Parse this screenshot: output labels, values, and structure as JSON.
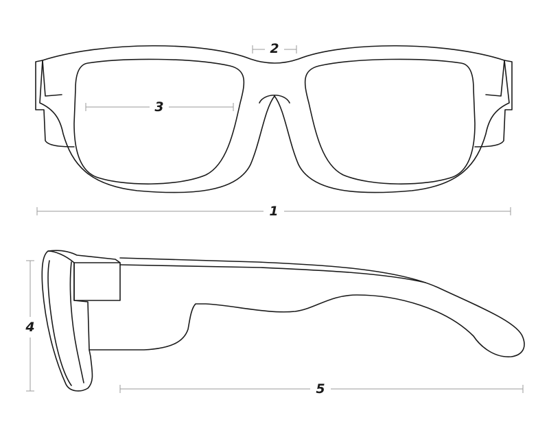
{
  "dimensions": {
    "overall_width": "1",
    "bridge_width": "2",
    "lens_width": "3",
    "frame_height": "4",
    "temple_length": "5"
  },
  "colors": {
    "outline": "#1a1a1a",
    "dimension_line": "#9a9a9a",
    "background": "#ffffff"
  }
}
